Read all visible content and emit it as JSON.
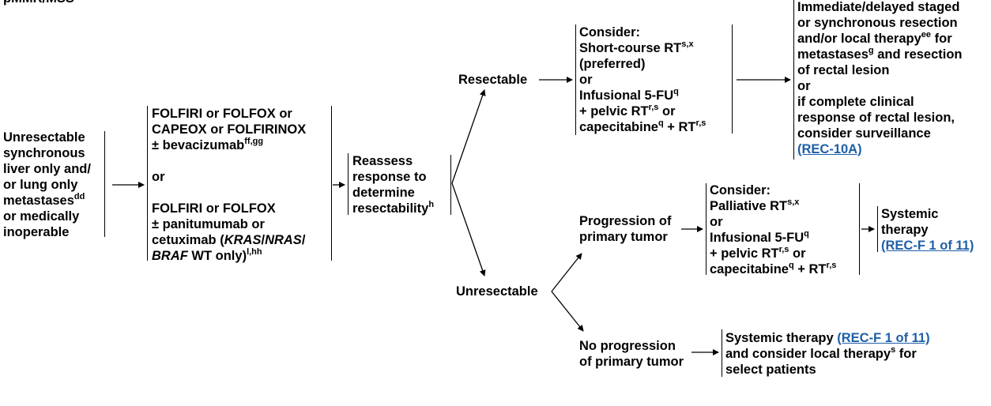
{
  "header_cut": "pMMR/MSS",
  "start": [
    "Unresectable",
    "synchronous",
    "liver only and/",
    "or lung only",
    "metastases",
    "or medically",
    "inoperable"
  ],
  "start_sup": "dd",
  "chemo": {
    "l1": "FOLFIRI or FOLFOX or",
    "l2": "CAPEOX or FOLFIRINOX",
    "l3": "± bevacizumab",
    "l3_sup": "ff,gg",
    "or": "or",
    "l4": "FOLFIRI or FOLFOX",
    "l5": "± panitumumab or",
    "l6a": "cetuximab (",
    "kras": "KRAS",
    "slash1": "/",
    "nras": "NRAS",
    "slash2": "/",
    "braf": "BRAF",
    "wt": " WT only)",
    "l7_sup": "l,hh"
  },
  "reassess": [
    "Reassess",
    "response to",
    "determine",
    "resectability"
  ],
  "reassess_sup": "h",
  "resectable": "Resectable",
  "unresectable": "Unresectable",
  "consider_top": {
    "l1": "Consider:",
    "l2": "Short-course RT",
    "l2_sup": "s,x",
    "l3": "(preferred)",
    "l4": "or",
    "l5": "Infusional 5-FU",
    "l5_sup": "q",
    "l6": "+ pelvic RT",
    "l6_sup": "r,s",
    "l6b": " or",
    "l7": "capecitabine",
    "l7_sup": "q",
    "l7b": " + RT",
    "l7_sup2": "r,s"
  },
  "outcome_top": {
    "l1": "Immediate/delayed staged",
    "l2": "or synchronous resection",
    "l3": "and/or local therapy",
    "l3_sup": "ee",
    "l3b": " for",
    "l4": "metastases",
    "l4_sup": "g",
    "l4b": " and resection",
    "l5": "of rectal lesion",
    "l6": "or",
    "l7": "if complete clinical",
    "l8": "response of rectal lesion,",
    "l9": "consider surveillance",
    "link": "(REC-10A)"
  },
  "progression": [
    "Progression of",
    "primary tumor"
  ],
  "consider_mid": {
    "l1": "Consider:",
    "l2": "Palliative RT",
    "l2_sup": "s,x",
    "l3": "or",
    "l4": "Infusional 5-FU",
    "l4_sup": "q",
    "l5": "+ pelvic RT",
    "l5_sup": "r,s",
    "l5b": " or",
    "l6": "capecitabine",
    "l6_sup": "q",
    "l6b": " + RT",
    "l6_sup2": "r,s"
  },
  "systemic_mid": {
    "l1": "Systemic",
    "l2": "therapy",
    "link": "(REC-F 1 of 11)"
  },
  "no_progression": [
    "No progression",
    "of primary tumor"
  ],
  "systemic_bottom": {
    "l1a": "Systemic therapy ",
    "link": "(REC-F 1 of 11)",
    "l2": "and consider local therapy",
    "l2_sup": "s",
    "l2b": " for",
    "l3": "select patients"
  }
}
